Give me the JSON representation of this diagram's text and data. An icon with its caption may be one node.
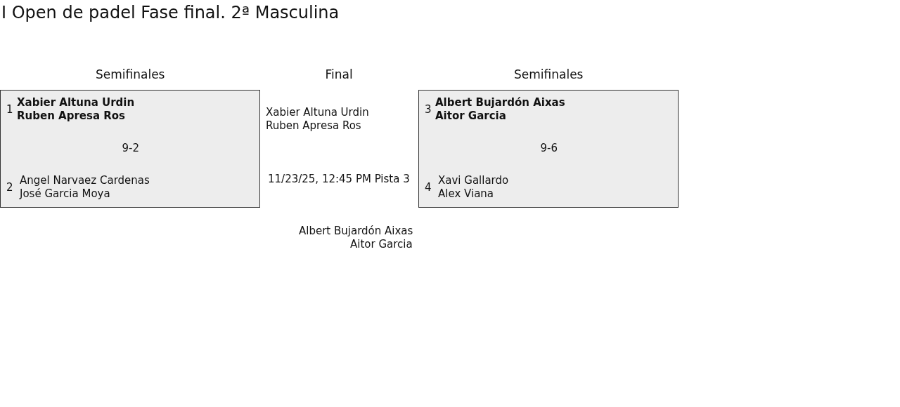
{
  "diagram": {
    "title": "I Open de padel Fase final. 2ª Masculina",
    "nodes": [
      {
        "text": [
          "1",
          "Xabier Altuna Urdin",
          "Ruben Apresa Ros",
          "9-2",
          "2",
          "Angel Narvaez Cardenas",
          "José Garcia Moya"
        ]
      },
      {
        "text": [
          "3",
          "Albert Bujardón Aixas",
          "Aitor Garcia",
          "9-6",
          "4",
          "Xavi Gallardo",
          "Alex Viana"
        ]
      }
    ],
    "edges": [],
    "labels": [
      "Semifinales",
      "Final",
      "Semifinales",
      "Xabier Altuna Urdin",
      "Ruben Apresa Ros",
      "11/23/25, 12:45 PM Pista 3",
      "Albert Bujardón Aixas",
      "Aitor Garcia"
    ]
  }
}
